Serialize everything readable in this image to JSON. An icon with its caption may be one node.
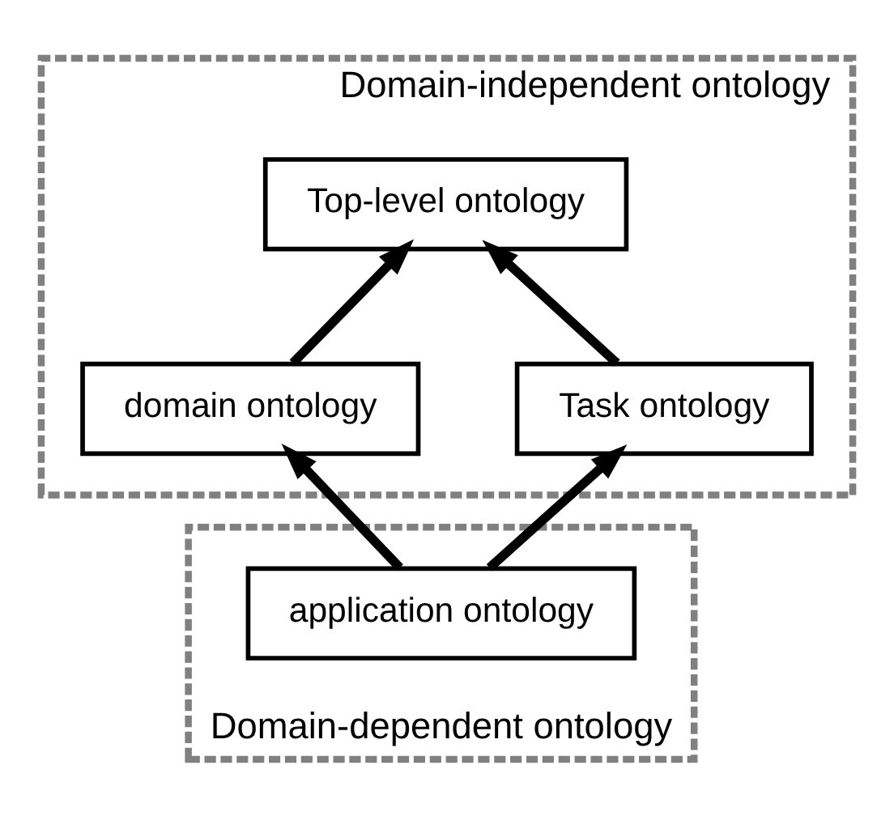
{
  "diagram": {
    "nodes": [
      {
        "text": [
          "Domain-independent ontology"
        ]
      },
      {
        "text": [
          "Top-level ontology"
        ],
        "in": 0
      },
      {
        "text": [
          "domain ontology"
        ],
        "in": 0
      },
      {
        "text": [
          "Task ontology"
        ],
        "in": 0
      },
      {
        "text": [
          "Domain-dependent ontology"
        ]
      },
      {
        "text": [
          "application ontology"
        ],
        "in": 4
      }
    ],
    "edges": [
      {
        "from": 2,
        "to": 1,
        "arrow": "to"
      },
      {
        "from": 3,
        "to": 1,
        "arrow": "to"
      },
      {
        "from": 5,
        "to": 2,
        "arrow": "to"
      },
      {
        "from": 5,
        "to": 3,
        "arrow": "to"
      }
    ]
  }
}
